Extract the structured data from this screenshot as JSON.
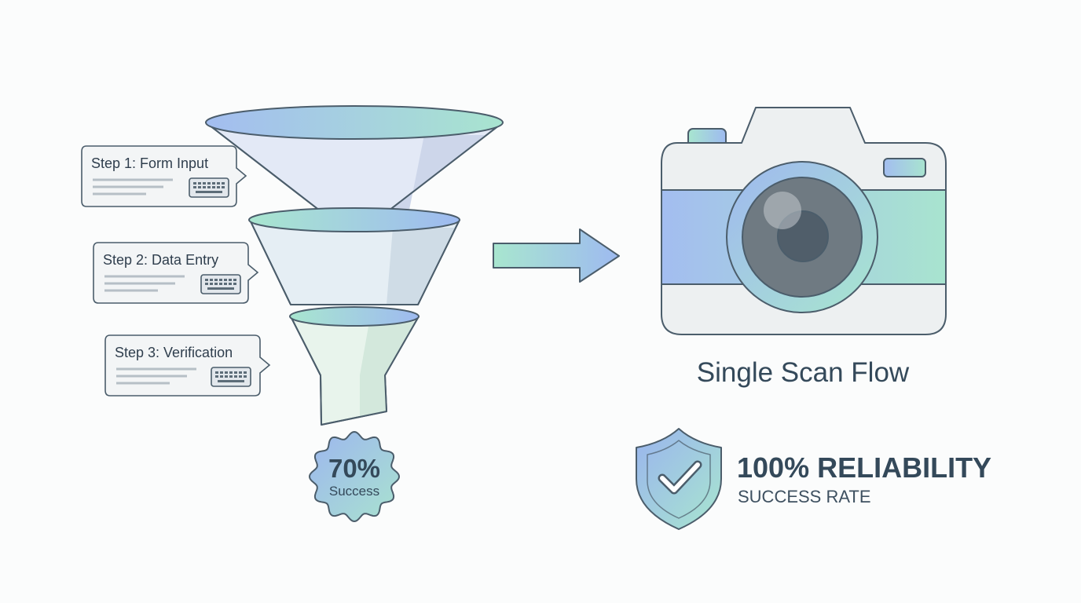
{
  "steps": [
    {
      "label": "Step 1: Form Input",
      "icon": "keyboard-icon"
    },
    {
      "label": "Step 2: Data Entry",
      "icon": "keyboard-icon"
    },
    {
      "label": "Step 3: Verification",
      "icon": "keyboard-icon"
    }
  ],
  "funnel_badge": {
    "value": "70%",
    "label": "Success"
  },
  "scan": {
    "title": "Single Scan Flow",
    "icon": "camera-icon"
  },
  "reliability": {
    "title": "100% RELIABILITY",
    "subtitle": "SUCCESS RATE",
    "icon": "shield-check-icon"
  },
  "colors": {
    "outline": "#4b5d6b",
    "blue": "#9fb8ef",
    "green": "#a8e6cf",
    "text": "#34495a",
    "background": "#fbfcfc"
  }
}
